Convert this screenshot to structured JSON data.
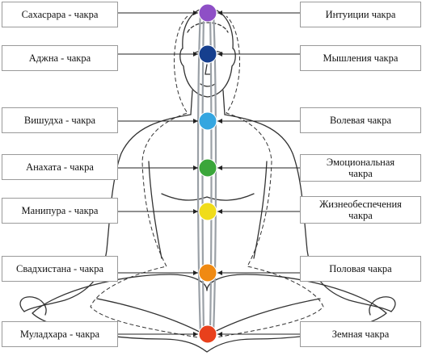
{
  "chakras": [
    {
      "left_label": "Сахасрара - чакра",
      "right_label": "Интуиции чакра",
      "color": "#8e4fc6"
    },
    {
      "left_label": "Аджна - чакра",
      "right_label": "Мышления чакра",
      "color": "#163f8e"
    },
    {
      "left_label": "Вишудха - чакра",
      "right_label": "Волевая чакра",
      "color": "#35a6e0"
    },
    {
      "left_label": "Анахата - чакра",
      "right_label": "Эмоциональная\nчакра",
      "color": "#3aa63a"
    },
    {
      "left_label": "Манипура - чакра",
      "right_label": "Жизнеобеспечения\nчакра",
      "color": "#f0dc1a"
    },
    {
      "left_label": "Свадхистана - чакра",
      "right_label": "Половая чакра",
      "color": "#f08a12"
    },
    {
      "left_label": "Муладхара - чакра",
      "right_label": "Земная чакра",
      "color": "#e8401c"
    }
  ]
}
